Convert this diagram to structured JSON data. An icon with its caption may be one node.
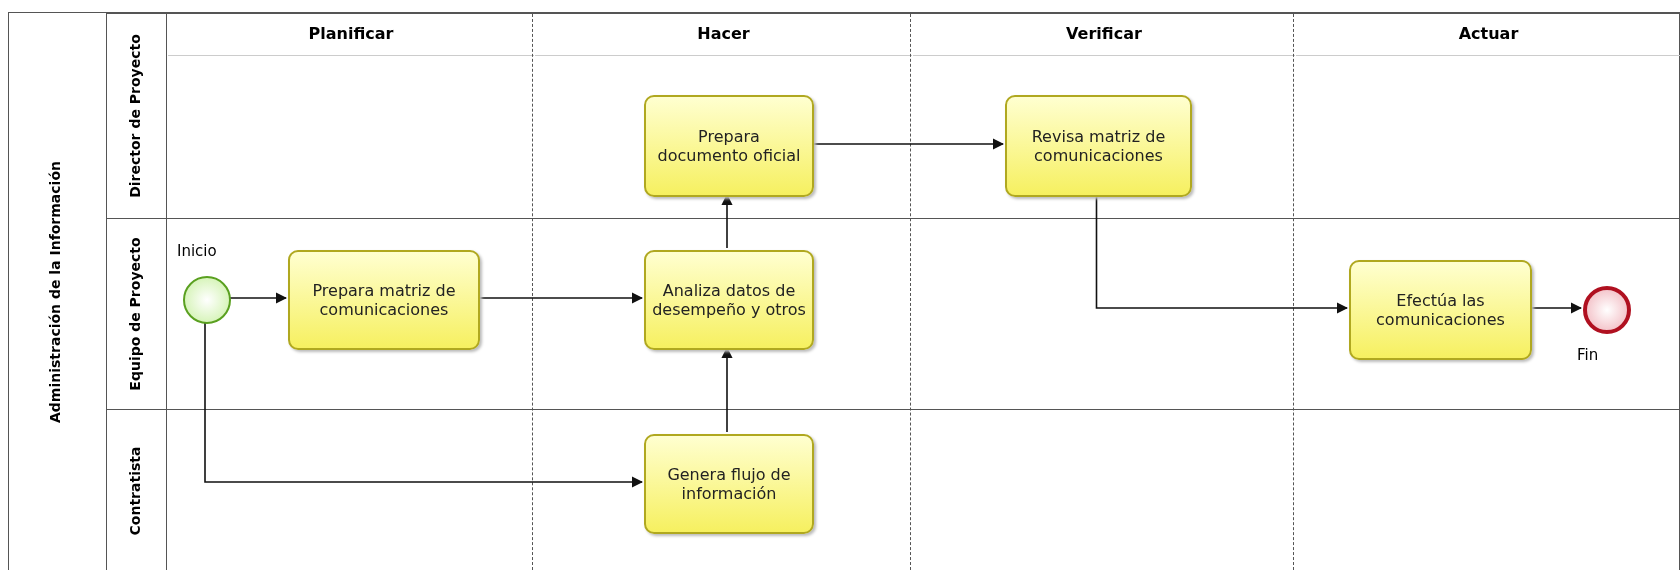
{
  "diagram": {
    "nodes": [
      {
        "text": [
          "Administración de la Información"
        ]
      },
      {
        "text": [
          "Director de Proyecto"
        ],
        "in": 0
      },
      {
        "text": [
          "Equipo de Proyecto"
        ],
        "in": 0
      },
      {
        "text": [
          "Contratista"
        ],
        "in": 0
      },
      {
        "text": [
          "Planificar"
        ],
        "in": 1
      },
      {
        "text": [
          "Hacer"
        ],
        "in": 1
      },
      {
        "text": [
          "Verificar"
        ],
        "in": 1
      },
      {
        "text": [
          "Actuar"
        ],
        "in": 1
      },
      {
        "text": [],
        "shape": "circle",
        "beside": [
          "Inicio"
        ],
        "in": 2
      },
      {
        "text": [
          "Prepara matriz de comunicaciones"
        ],
        "in": 2
      },
      {
        "text": [
          "Prepara documento oficial"
        ],
        "in": 1
      },
      {
        "text": [
          "Analiza datos de desempeño y otros"
        ],
        "in": 2
      },
      {
        "text": [
          "Genera flujo de información"
        ],
        "in": 3
      },
      {
        "text": [
          "Revisa matriz de comunicaciones"
        ],
        "in": 1
      },
      {
        "text": [
          "Efectúa las comunicaciones"
        ],
        "in": 2
      },
      {
        "text": [],
        "shape": "circle",
        "beside": [
          "Fin"
        ],
        "in": 2
      }
    ],
    "edges": [
      {
        "from": 8,
        "to": 9,
        "arrow": "to"
      },
      {
        "from": 8,
        "to": 12,
        "arrow": "to"
      },
      {
        "from": 9,
        "to": 11,
        "arrow": "to"
      },
      {
        "from": 12,
        "to": 11,
        "arrow": "to"
      },
      {
        "from": 11,
        "to": 10,
        "arrow": "to"
      },
      {
        "from": 10,
        "to": 13,
        "arrow": "to"
      },
      {
        "from": 13,
        "to": 14,
        "arrow": "to"
      },
      {
        "from": 14,
        "to": 15,
        "arrow": "to"
      }
    ]
  }
}
